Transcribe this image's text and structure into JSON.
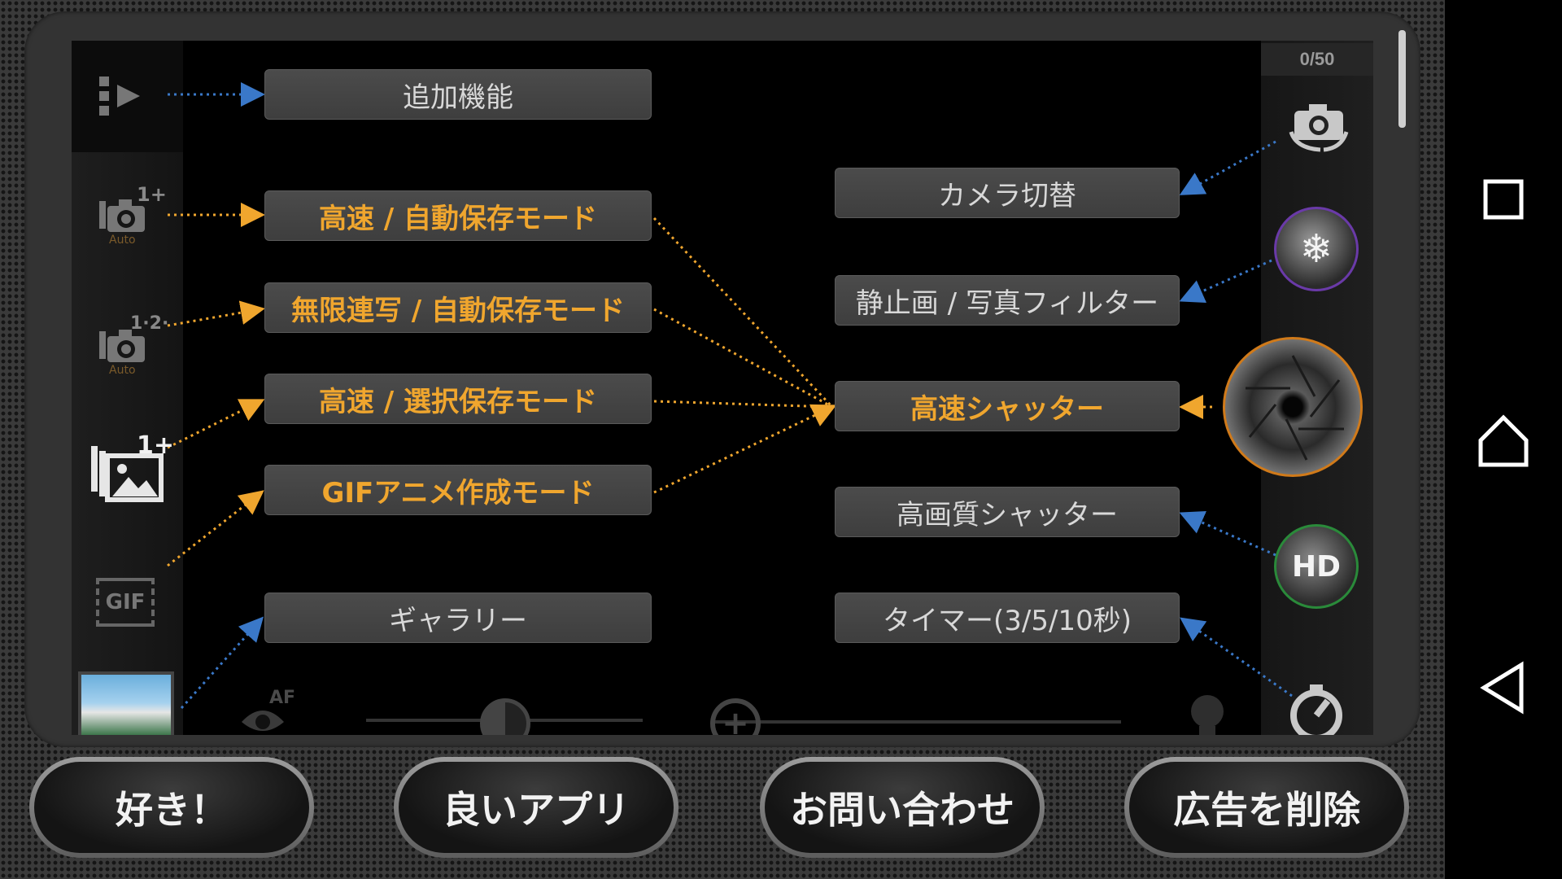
{
  "counter": "0/50",
  "left_labels": [
    {
      "text": "追加機能",
      "style": "white"
    },
    {
      "text": "高速 / 自動保存モード",
      "style": "orange"
    },
    {
      "text": "無限連写 / 自動保存モード",
      "style": "orange"
    },
    {
      "text": "高速 / 選択保存モード",
      "style": "orange"
    },
    {
      "text": "GIFアニメ作成モード",
      "style": "orange"
    },
    {
      "text": "ギャラリー",
      "style": "white"
    }
  ],
  "right_labels": [
    {
      "text": "カメラ切替",
      "style": "white"
    },
    {
      "text": "静止画 / 写真フィルター",
      "style": "white"
    },
    {
      "text": "高速シャッター",
      "style": "orange"
    },
    {
      "text": "高画質シャッター",
      "style": "white"
    },
    {
      "text": "タイマー(3/5/10秒)",
      "style": "white"
    }
  ],
  "left_icons": {
    "burst_auto": {
      "badge": "1+",
      "sub": "Auto"
    },
    "infinite_auto": {
      "badge": "1·2·",
      "sub": "Auto"
    },
    "select_save": {
      "badge": "1+"
    },
    "gif": {
      "text": "GIF"
    }
  },
  "bottom_icons": {
    "af": "AF"
  },
  "hd_button": "HD",
  "buttons": {
    "like": "好き！",
    "good_app": "良いアプリ",
    "contact": "お問い合わせ",
    "remove_ads": "広告を削除"
  },
  "colors": {
    "accent": "#f0a62e",
    "blue_arrow": "#3a78c8"
  }
}
